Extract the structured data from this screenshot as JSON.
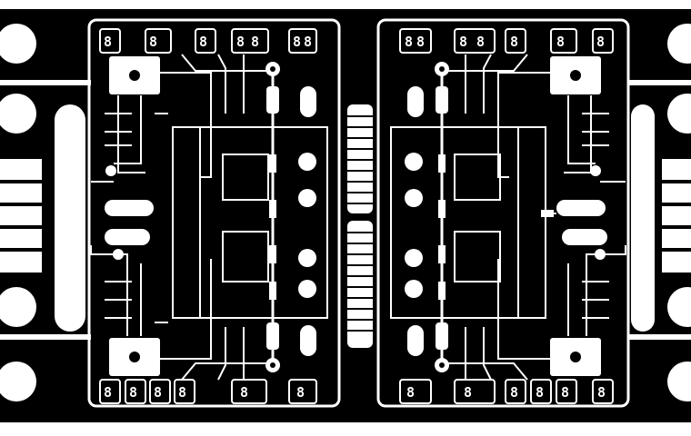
{
  "colors": {
    "board": "#000000",
    "trace": "#ffffff",
    "background": "#ffffff"
  },
  "left_module": {
    "top_labels": [
      "8",
      "8",
      "8",
      "8",
      "8",
      "8",
      "8"
    ],
    "bottom_labels": [
      "8",
      "8",
      "8",
      "8",
      "8",
      "8"
    ]
  },
  "right_module": {
    "top_labels": [
      "8",
      "8",
      "8",
      "8",
      "8",
      "8",
      "8"
    ],
    "bottom_labels": [
      "8",
      "8",
      "8",
      "8",
      "8",
      "8"
    ]
  },
  "icons": [
    "mounting-hole-icon",
    "square-pad-icon",
    "connector-icon",
    "heatsink-icon",
    "resistor-icon"
  ]
}
